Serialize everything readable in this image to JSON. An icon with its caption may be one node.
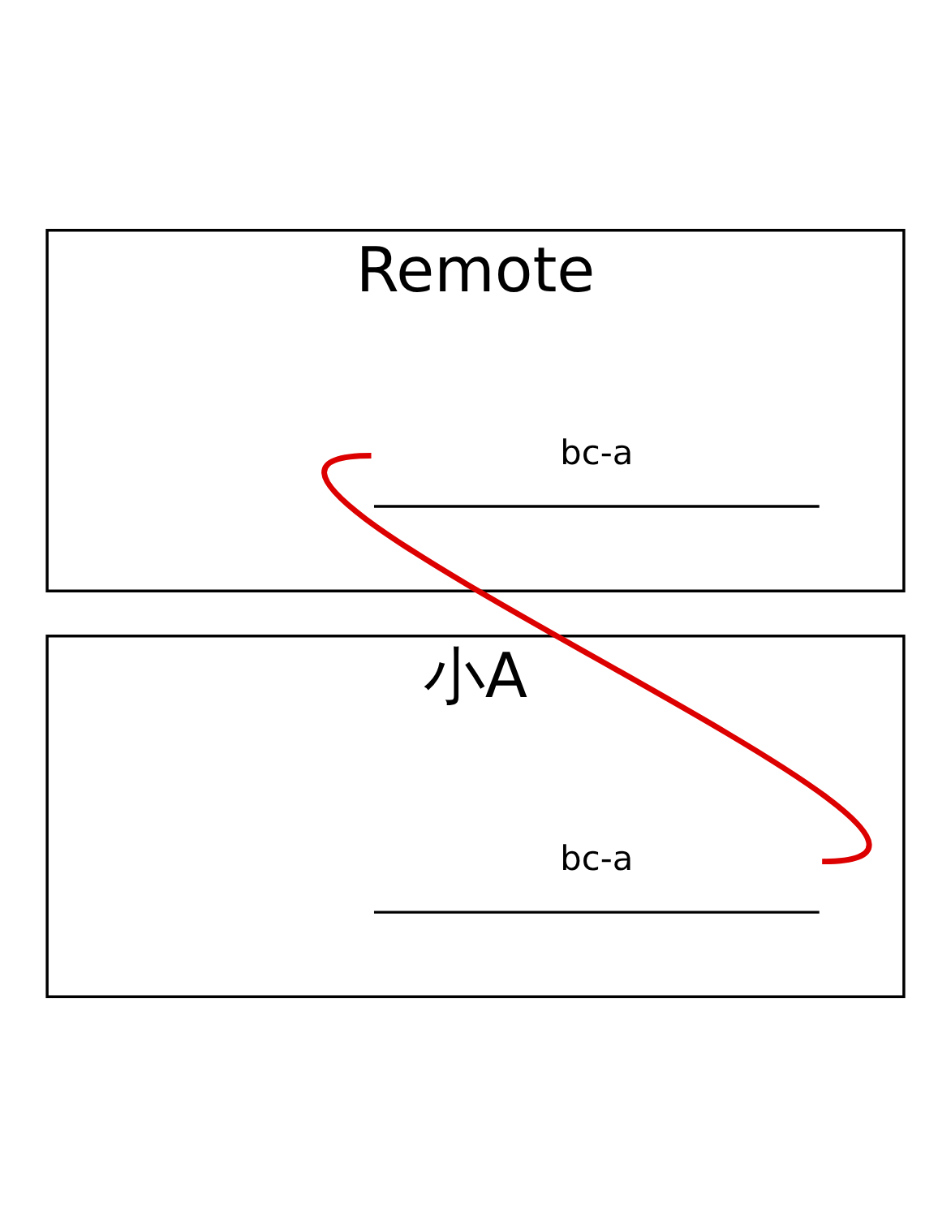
{
  "diagram": {
    "nodes": [
      {
        "text": [
          "Remote"
        ]
      },
      {
        "text": [
          "bc-a"
        ],
        "in": 0
      },
      {
        "text": [
          "小A"
        ]
      },
      {
        "text": [
          "bc-a"
        ],
        "in": 2
      }
    ],
    "edges": [
      {
        "from": 3,
        "to": 1,
        "arrow": "none"
      }
    ]
  }
}
